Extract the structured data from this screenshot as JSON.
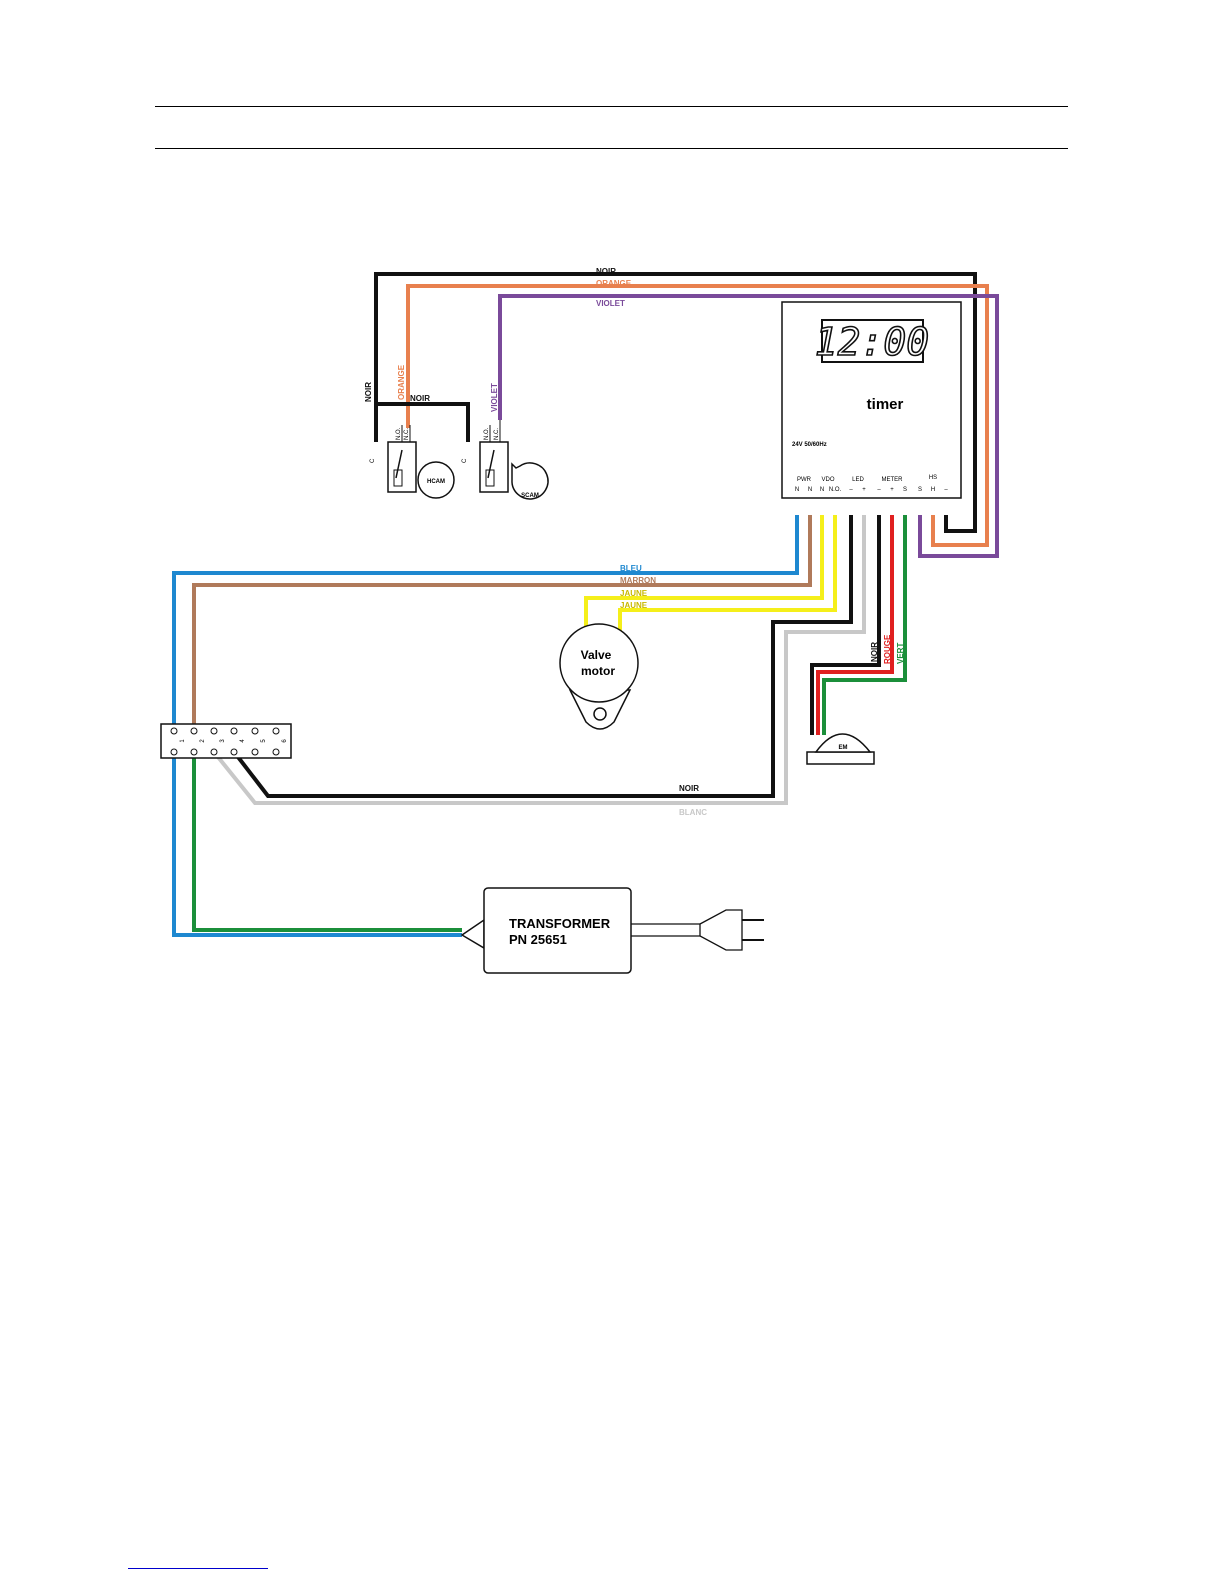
{
  "timer": {
    "display": "12:00",
    "title": "timer",
    "voltage": "24V 50/60Hz",
    "groups": {
      "pwr": "PWR",
      "vdo": "VDO",
      "led": "LED",
      "meter": "METER",
      "hs": "HS"
    },
    "pins": [
      "N",
      "N",
      "N",
      "N.O.",
      "–",
      "+",
      "–",
      "+",
      "S",
      "S",
      "H",
      "–"
    ]
  },
  "switches": {
    "hcam": {
      "label": "HCAM",
      "c": "C",
      "no": "N.O.",
      "nc": "N.C."
    },
    "scam": {
      "label": "SCAM",
      "c": "C",
      "no": "N.O.",
      "nc": "N.C."
    }
  },
  "wires": {
    "noir": "NOIR",
    "orange": "ORANGE",
    "violet": "VIOLET",
    "bleu": "BLEU",
    "marron": "MARRON",
    "jaune": "JAUNE",
    "rouge": "ROUGE",
    "vert": "VERT",
    "blanc": "BLANC"
  },
  "valve": {
    "line1": "Valve",
    "line2": "motor"
  },
  "meter": {
    "label": "EM"
  },
  "terminal": {
    "numbers": [
      "1",
      "2",
      "3",
      "4",
      "5",
      "6"
    ]
  },
  "transformer": {
    "line1": "TRANSFORMER",
    "line2": "PN 25651"
  },
  "colors": {
    "noir": "#111111",
    "orange": "#e8804e",
    "violet": "#7a4a9a",
    "bleu": "#1e88d0",
    "marron": "#b07a5a",
    "jaune": "#f5ef1a",
    "rouge": "#e02020",
    "vert": "#1b8f3a",
    "blanc": "#c8c8c8"
  }
}
